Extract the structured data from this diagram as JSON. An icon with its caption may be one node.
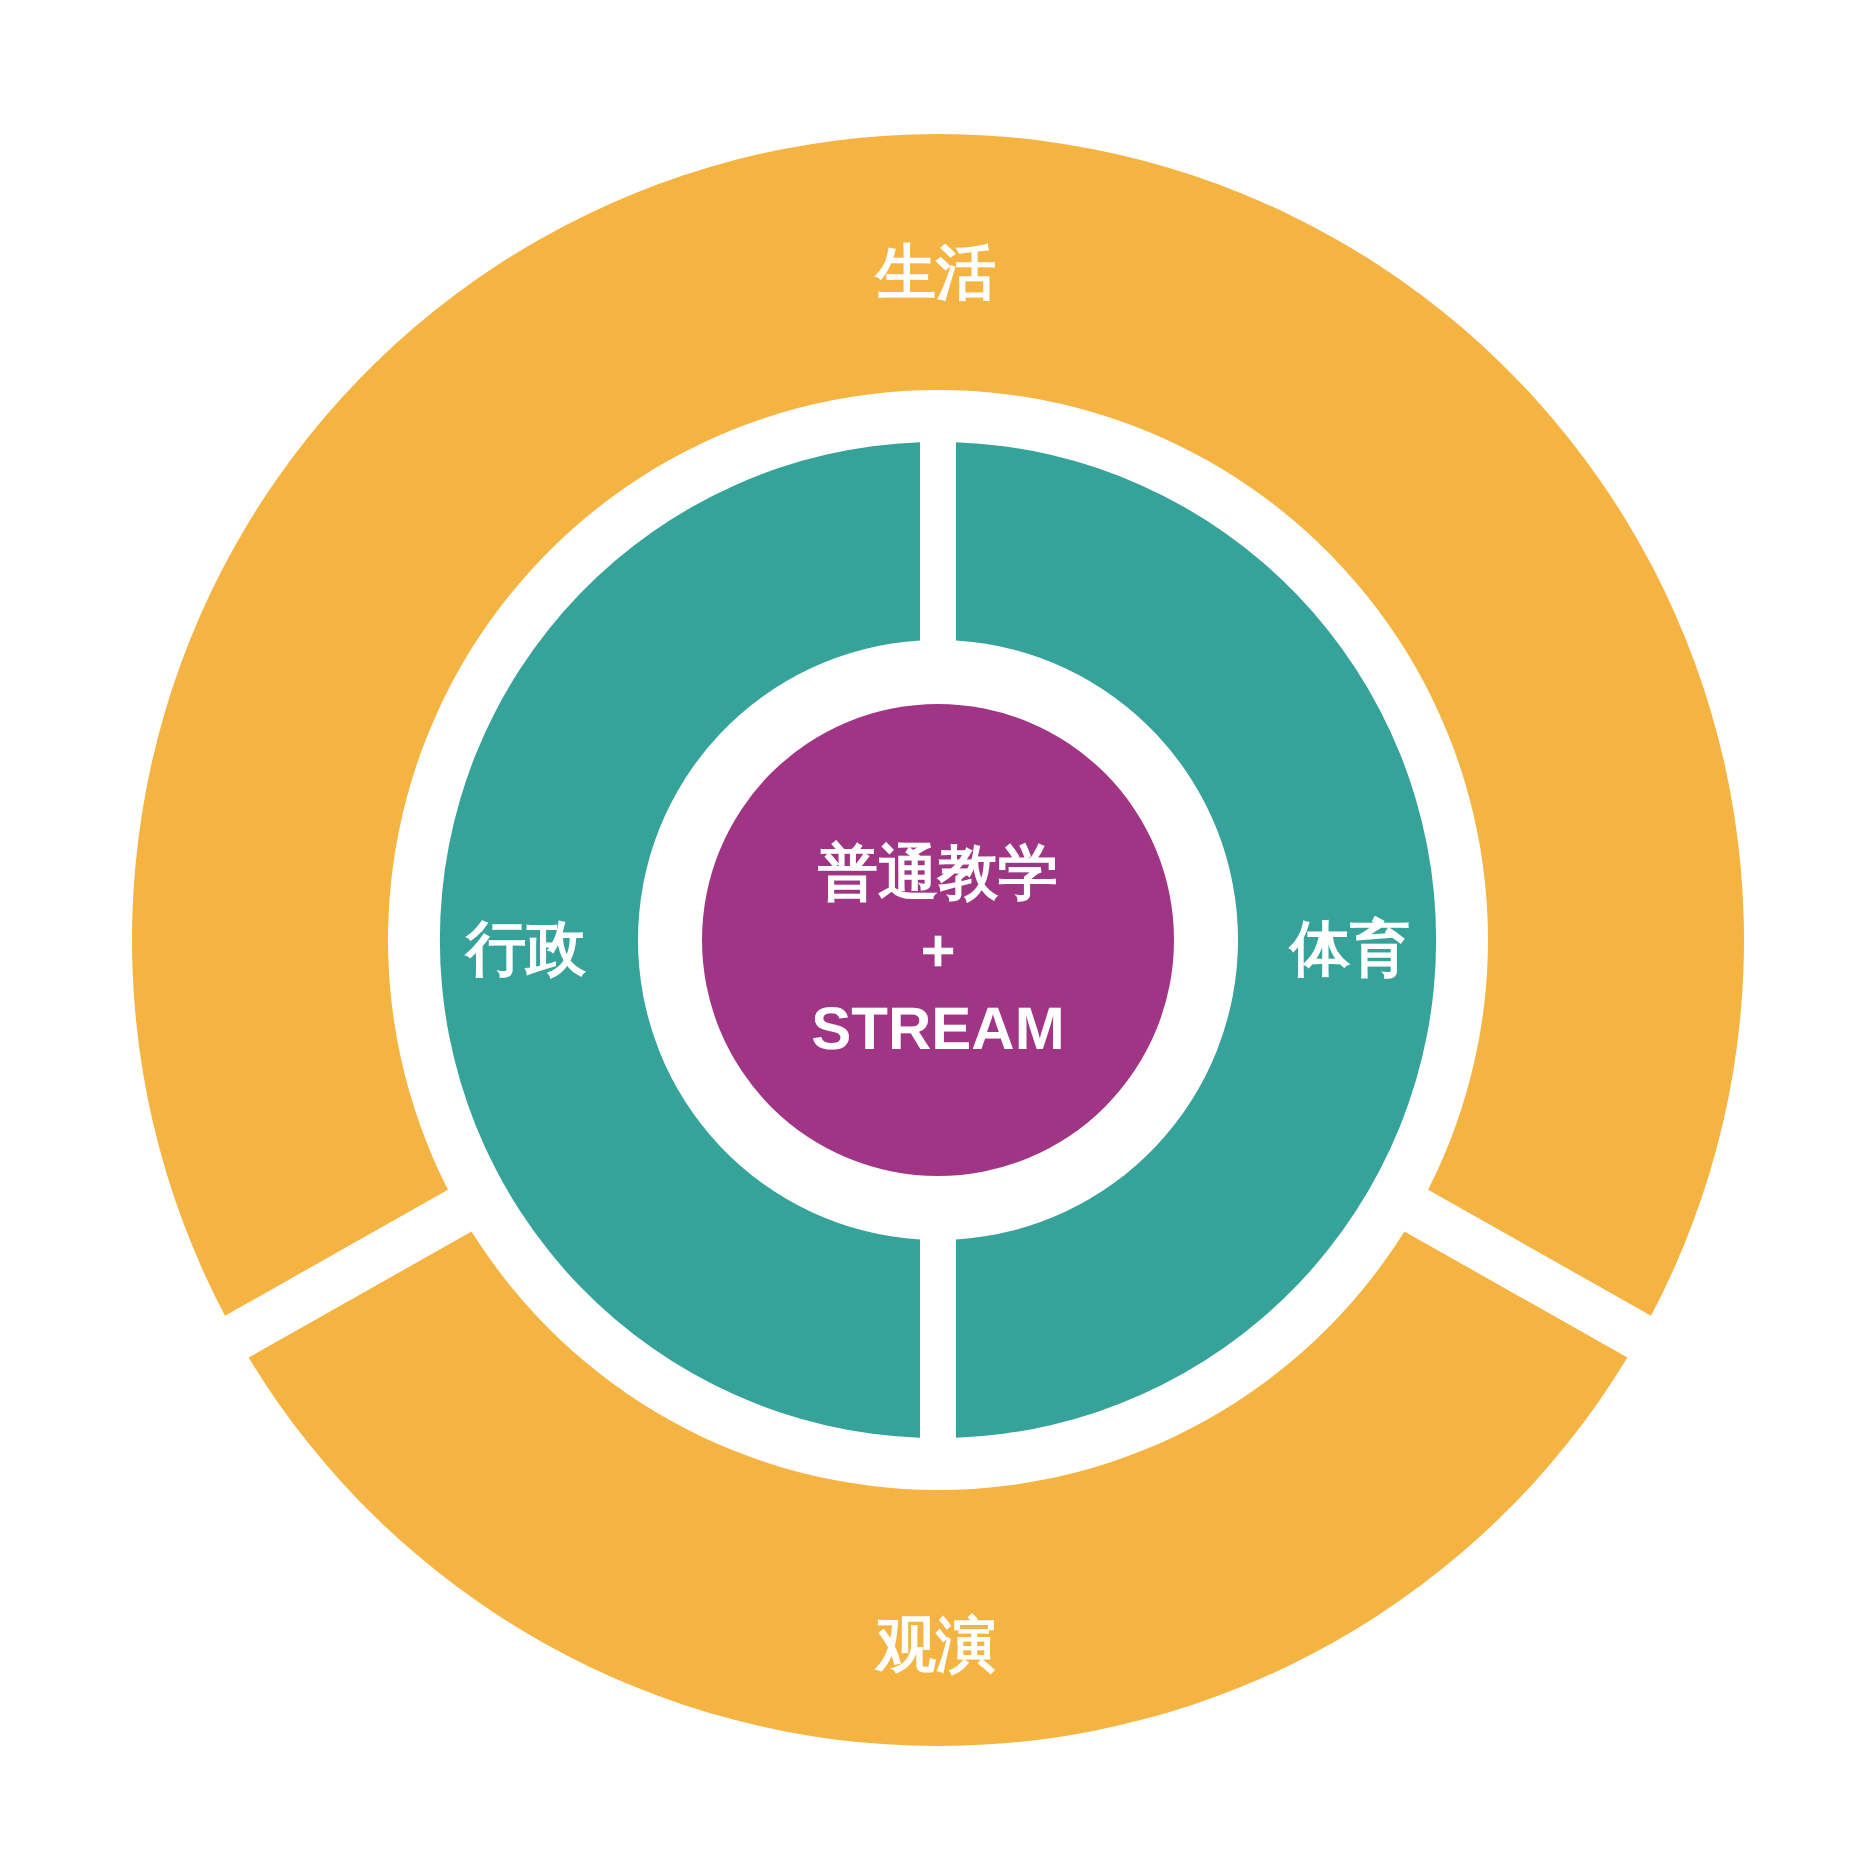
{
  "diagram": {
    "nodes": [
      {
        "text": [
          "生活"
        ]
      },
      {
        "text": [
          "行政"
        ]
      },
      {
        "text": [
          "普通教学 + STREAM"
        ]
      },
      {
        "text": [
          "体育"
        ]
      },
      {
        "text": [
          "观演"
        ]
      }
    ]
  }
}
